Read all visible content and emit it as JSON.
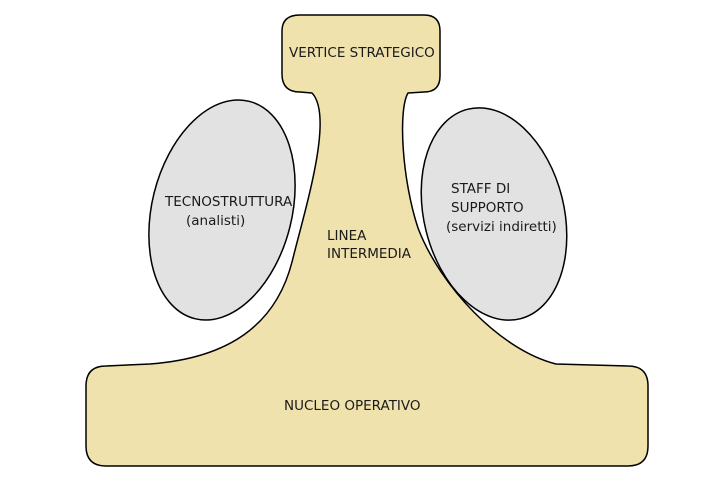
{
  "diagram": {
    "strategic_apex": "VERTICE STRATEGICO",
    "middle_line": [
      "LINEA",
      "INTERMEDIA"
    ],
    "technostructure": [
      "TECNOSTRUTTURA",
      "(analisti)"
    ],
    "support_staff": [
      "STAFF DI",
      "SUPPORTO",
      "(servizi indiretti)"
    ],
    "operating_core": "NUCLEO OPERATIVO"
  },
  "colors": {
    "body_fill": "#f0e2ac",
    "ellipse_fill": "#e2e2e2",
    "outline": "#000000",
    "background": "#ffffff"
  }
}
